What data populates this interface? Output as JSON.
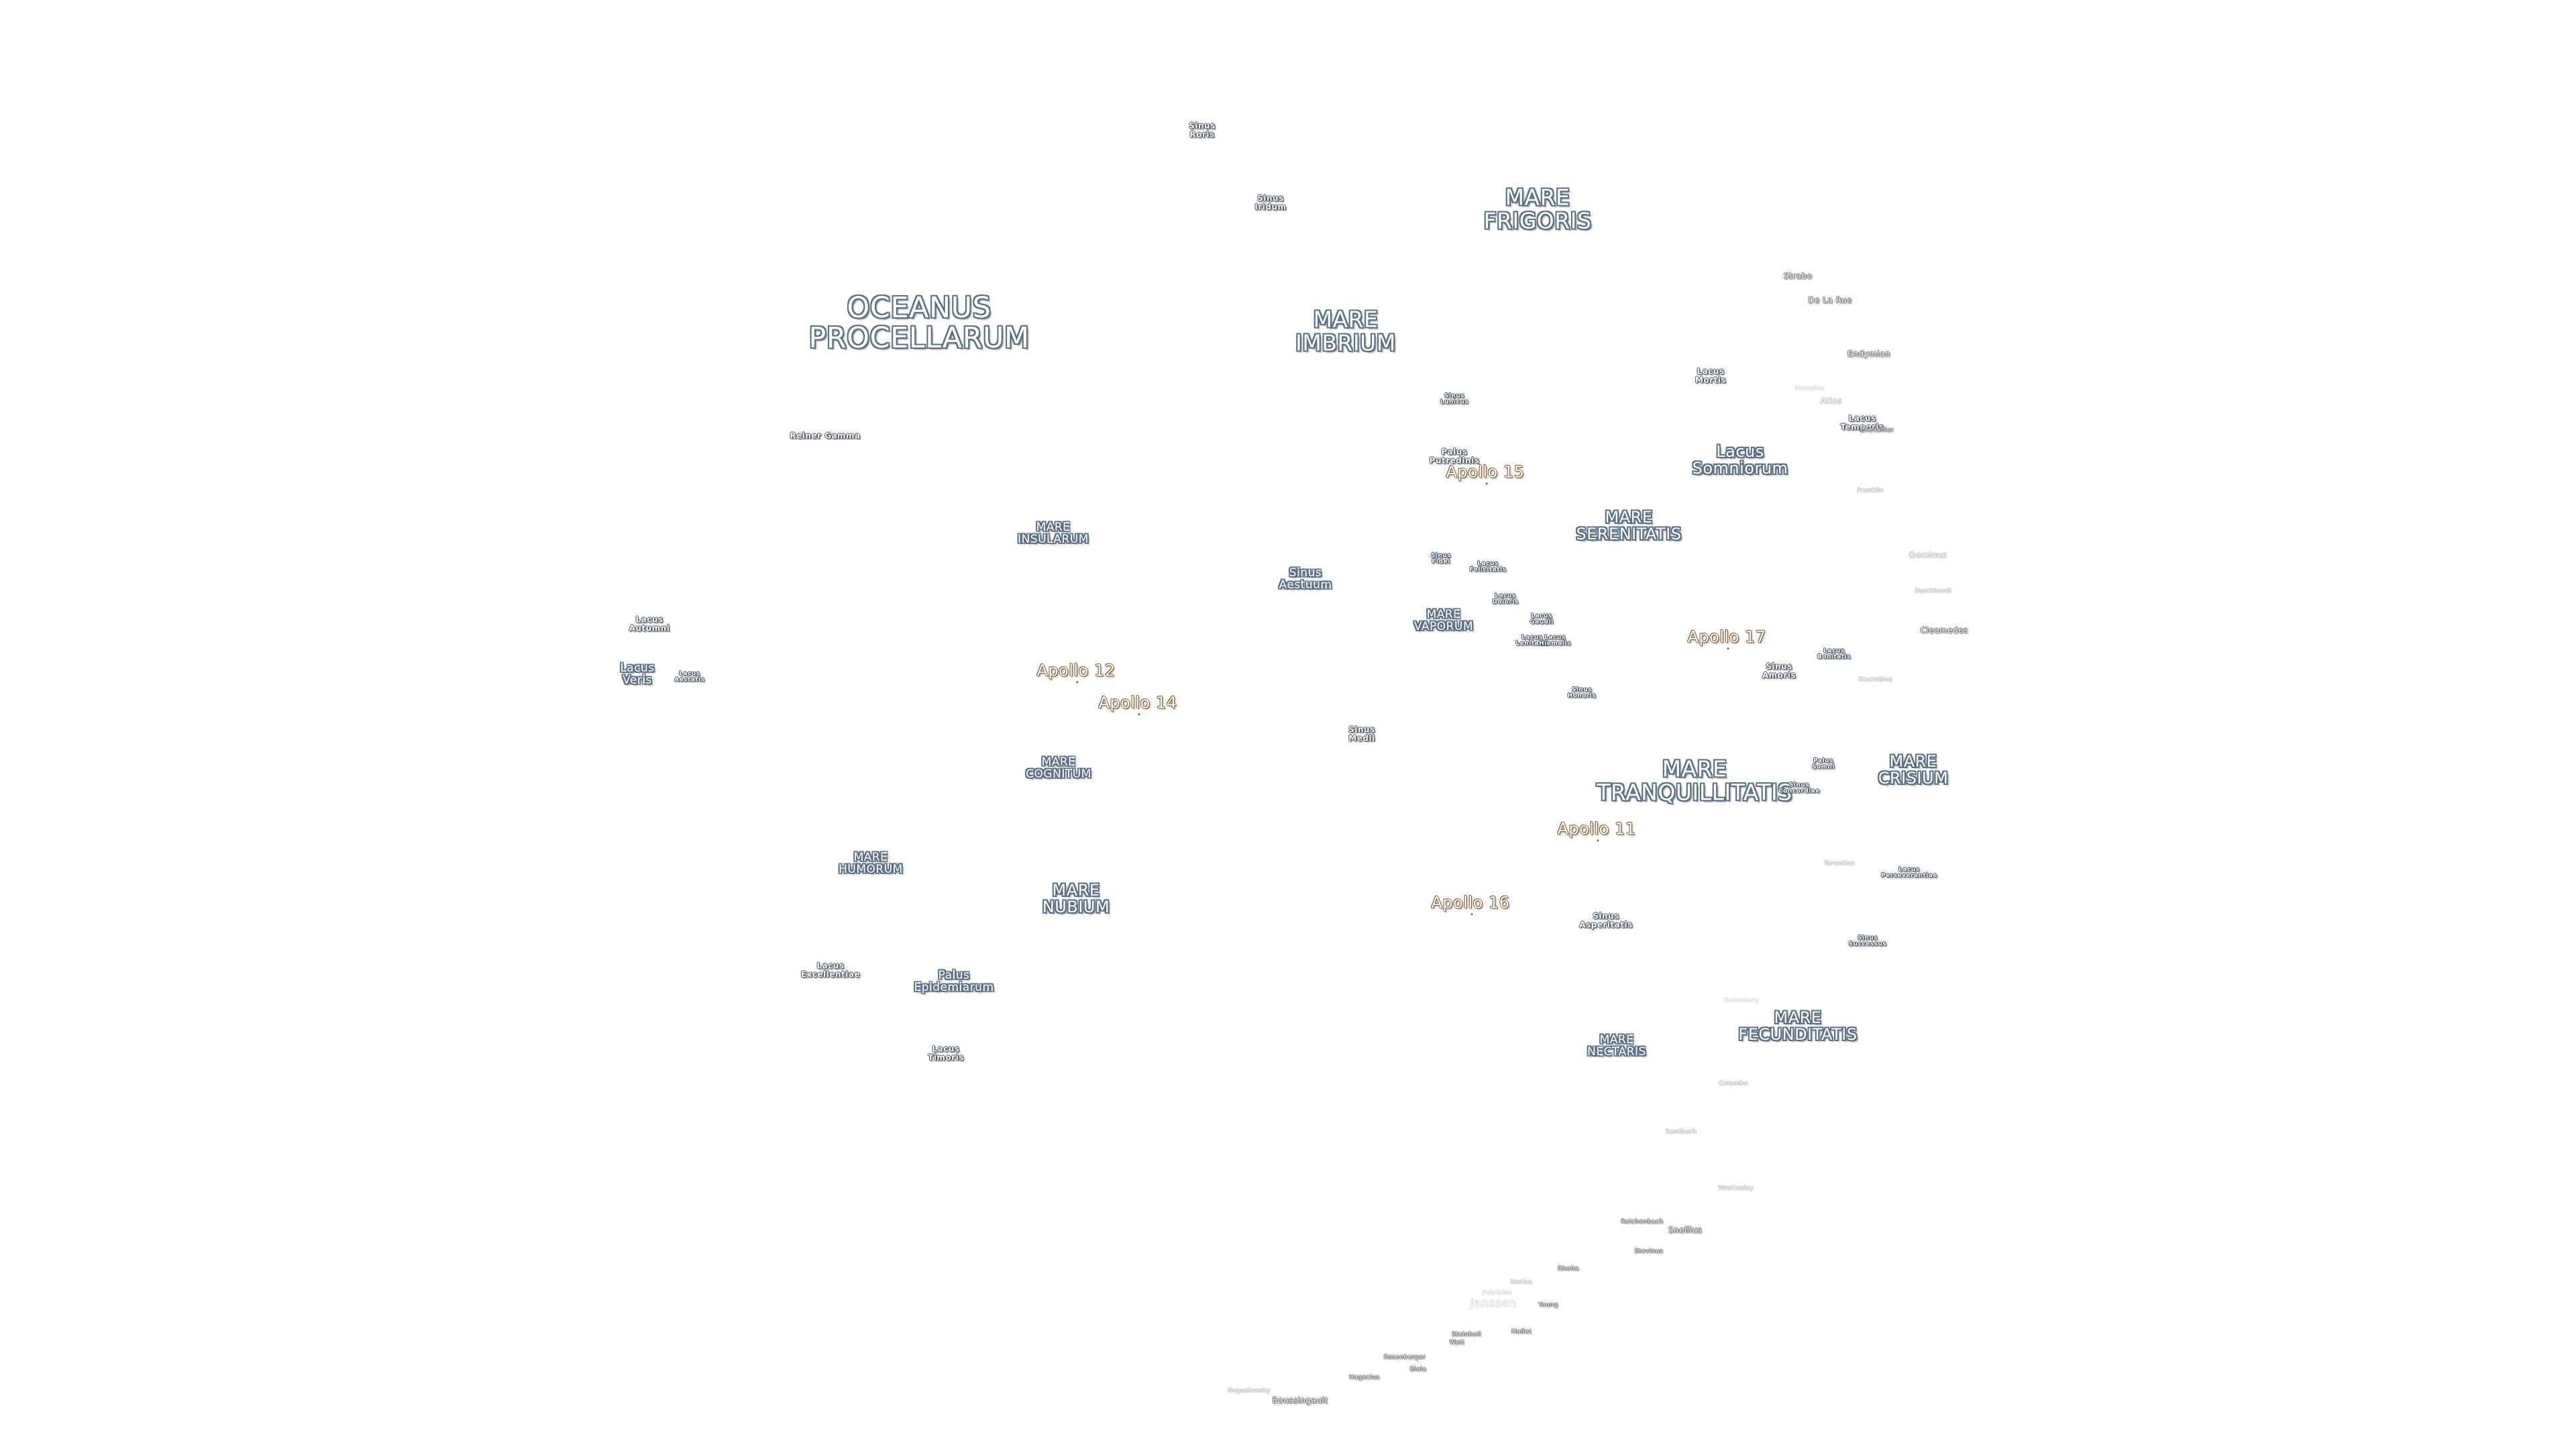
{
  "map": {
    "maria": [
      {
        "id": "oceanus-procellarum",
        "text": "OCEANUS\nPROCELLARUM",
        "size": "xl"
      },
      {
        "id": "mare-frigoris",
        "text": "MARE\nFRIGORIS",
        "size": "l"
      },
      {
        "id": "mare-imbrium",
        "text": "MARE\nIMBRIUM",
        "size": "l"
      },
      {
        "id": "mare-serenitatis",
        "text": "MARE\nSERENITATIS",
        "size": "m"
      },
      {
        "id": "mare-tranquillitatis",
        "text": "MARE\nTRANQUILLITATIS",
        "size": "l"
      },
      {
        "id": "mare-crisium",
        "text": "MARE\nCRISIUM",
        "size": "m"
      },
      {
        "id": "mare-fecunditatis",
        "text": "MARE\nFECUNDITATIS",
        "size": "m"
      },
      {
        "id": "mare-nubium",
        "text": "MARE\nNUBIUM",
        "size": "m"
      },
      {
        "id": "mare-insularum",
        "text": "MARE\nINSULARUM",
        "size": "s"
      },
      {
        "id": "mare-humorum",
        "text": "MARE\nHUMORUM",
        "size": "s"
      },
      {
        "id": "mare-cognitum",
        "text": "MARE\nCOGNITUM",
        "size": "s"
      },
      {
        "id": "mare-vaporum",
        "text": "MARE\nVAPORUM",
        "size": "s"
      },
      {
        "id": "mare-nectaris",
        "text": "MARE\nNECTARIS",
        "size": "s"
      },
      {
        "id": "lacus-somniorum",
        "text": "Lacus\nSomniorum",
        "size": "m"
      },
      {
        "id": "sinus-aestuum",
        "text": "Sinus\nAestuum",
        "size": "s"
      },
      {
        "id": "lacus-veris",
        "text": "Lacus\nVeris",
        "size": "s"
      },
      {
        "id": "palus-epidemiarum",
        "text": "Palus\nEpidemiarum",
        "size": "s"
      }
    ],
    "features": [
      {
        "id": "sinus-roris",
        "text": "Sinus\nRoris",
        "size": "xs"
      },
      {
        "id": "sinus-iridum",
        "text": "Sinus\nIridum",
        "size": "xs"
      },
      {
        "id": "reiner-gamma",
        "text": "Reiner Gamma",
        "size": "xs"
      },
      {
        "id": "sinus-lunicus",
        "text": "Sinus\nLunicus",
        "size": "xxs"
      },
      {
        "id": "palus-putredinis",
        "text": "Palus\nPutredinis",
        "size": "xs"
      },
      {
        "id": "lacus-mortis",
        "text": "Lacus\nMortis",
        "size": "xs"
      },
      {
        "id": "lacus-temporis",
        "text": "Lacus\nTemporis",
        "size": "xs"
      },
      {
        "id": "sinus-fidei",
        "text": "Sinus\nFidei",
        "size": "xxs"
      },
      {
        "id": "lacus-felicitatis",
        "text": "Lacus\nFelicitatis",
        "size": "xxs"
      },
      {
        "id": "lacus-doloris",
        "text": "Lacus\nDoloris",
        "size": "xxs"
      },
      {
        "id": "lacus-gaudii",
        "text": "Lacus\nGaudii",
        "size": "xxs"
      },
      {
        "id": "lacus-lenitatis",
        "text": "Lacus\nLenitatis",
        "size": "xxs"
      },
      {
        "id": "lacus-hiemalis",
        "text": "Lacus\nHiemalis",
        "size": "xxs"
      },
      {
        "id": "sinus-honoris",
        "text": "Sinus\nHonoris",
        "size": "xxs"
      },
      {
        "id": "lacus-autumni",
        "text": "Lacus\nAutumni",
        "size": "xs"
      },
      {
        "id": "lacus-aestatis",
        "text": "Lacus\nAestatis",
        "size": "xxs"
      },
      {
        "id": "sinus-medii",
        "text": "Sinus\nMedii",
        "size": "xs"
      },
      {
        "id": "sinus-amoris",
        "text": "Sinus\nAmoris",
        "size": "xs"
      },
      {
        "id": "lacus-bonitatis",
        "text": "Lacus\nBonitatis",
        "size": "xxs"
      },
      {
        "id": "palus-somni",
        "text": "Palus\nSomni",
        "size": "xxs"
      },
      {
        "id": "sinus-concordiae",
        "text": "Sinus\nConcordiae",
        "size": "xxs"
      },
      {
        "id": "sinus-asperitatis",
        "text": "Sinus\nAsperitatis",
        "size": "xs"
      },
      {
        "id": "sinus-successus",
        "text": "Sinus\nSuccessus",
        "size": "xxs"
      },
      {
        "id": "lacus-perseverantiae",
        "text": "Lacus\nPerseverantiae",
        "size": "xxs"
      },
      {
        "id": "lacus-excellentiae",
        "text": "Lacus\nExcellentiae",
        "size": "xs"
      },
      {
        "id": "lacus-timoris",
        "text": "Lacus\nTimoris",
        "size": "xs"
      }
    ],
    "craters": [
      {
        "id": "strabo",
        "text": "Strabo",
        "size": "xs",
        "tone": "normal"
      },
      {
        "id": "de-la-rue",
        "text": "De La Rue",
        "size": "xs",
        "tone": "normal"
      },
      {
        "id": "endymion",
        "text": "Endymion",
        "size": "xs",
        "tone": "normal"
      },
      {
        "id": "atlas",
        "text": "Atlas",
        "size": "xs",
        "tone": "faint"
      },
      {
        "id": "hercules",
        "text": "Hercules",
        "size": "xxs",
        "tone": "ghost"
      },
      {
        "id": "chevallier",
        "text": "Chevallier",
        "size": "xxs",
        "tone": "normal"
      },
      {
        "id": "franklin",
        "text": "Franklin",
        "size": "xxs",
        "tone": "faint"
      },
      {
        "id": "geminus",
        "text": "Geminus",
        "size": "xs",
        "tone": "faint"
      },
      {
        "id": "burckhardt",
        "text": "Burckhardt",
        "size": "xxs",
        "tone": "faint"
      },
      {
        "id": "cleomedes",
        "text": "Cleomedes",
        "size": "xs",
        "tone": "normal"
      },
      {
        "id": "macrobius",
        "text": "Macrobius",
        "size": "xxs",
        "tone": "faint"
      },
      {
        "id": "taruntius",
        "text": "Taruntius",
        "size": "xxs",
        "tone": "faint"
      },
      {
        "id": "gutenberg",
        "text": "Gutenberg",
        "size": "xxs",
        "tone": "ghost"
      },
      {
        "id": "colombo",
        "text": "Colombo",
        "size": "xxs",
        "tone": "faint"
      },
      {
        "id": "santbech",
        "text": "Santbech",
        "size": "xxs",
        "tone": "faint"
      },
      {
        "id": "wrottesley",
        "text": "Wrottesley",
        "size": "xxs",
        "tone": "faint"
      },
      {
        "id": "reichenbach",
        "text": "Reichenbach",
        "size": "xxs",
        "tone": "normal"
      },
      {
        "id": "snellius",
        "text": "Snellius",
        "size": "xs",
        "tone": "normal"
      },
      {
        "id": "stevinus",
        "text": "Stevinus",
        "size": "xxs",
        "tone": "normal"
      },
      {
        "id": "rheita",
        "text": "Rheita",
        "size": "xxs",
        "tone": "normal"
      },
      {
        "id": "metius",
        "text": "Metius",
        "size": "xxs",
        "tone": "faint"
      },
      {
        "id": "fabricius",
        "text": "Fabricius",
        "size": "xxs",
        "tone": "ghost"
      },
      {
        "id": "janssen",
        "text": "Janssen",
        "size": "s",
        "tone": "ghost"
      },
      {
        "id": "young",
        "text": "Young",
        "size": "xxs",
        "tone": "normal"
      },
      {
        "id": "mallet",
        "text": "Mallet",
        "size": "xxs",
        "tone": "normal"
      },
      {
        "id": "steinheil",
        "text": "Steinheil",
        "size": "xxs",
        "tone": "normal"
      },
      {
        "id": "watt",
        "text": "Watt",
        "size": "xxs",
        "tone": "normal"
      },
      {
        "id": "rosenberger",
        "text": "Rosenberger",
        "size": "xxs",
        "tone": "normal"
      },
      {
        "id": "biela",
        "text": "Biela",
        "size": "xxs",
        "tone": "normal"
      },
      {
        "id": "hagecius",
        "text": "Hagecius",
        "size": "xxs",
        "tone": "normal"
      },
      {
        "id": "boguslawsky",
        "text": "Boguslawsky",
        "size": "xxs",
        "tone": "faint"
      },
      {
        "id": "boussingault",
        "text": "Boussingault",
        "size": "xs",
        "tone": "normal"
      }
    ],
    "apollo_sites": [
      {
        "id": "apollo-15",
        "text": "Apollo 15"
      },
      {
        "id": "apollo-17",
        "text": "Apollo 17"
      },
      {
        "id": "apollo-12",
        "text": "Apollo 12"
      },
      {
        "id": "apollo-14",
        "text": "Apollo 14"
      },
      {
        "id": "apollo-11",
        "text": "Apollo 11"
      },
      {
        "id": "apollo-16",
        "text": "Apollo 16"
      }
    ]
  }
}
